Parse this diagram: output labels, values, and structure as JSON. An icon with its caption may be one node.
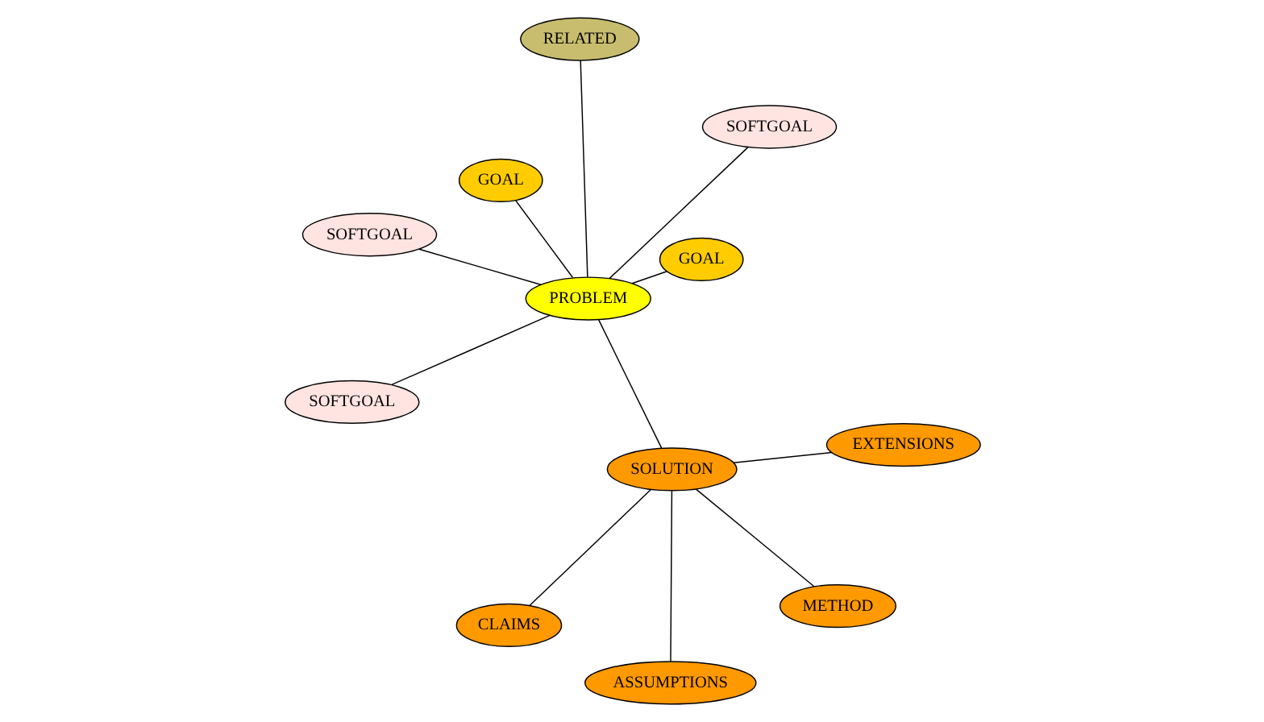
{
  "diagram": {
    "nodes": [
      {
        "text": [
          "GOAL"
        ]
      },
      {
        "text": [
          "GOAL"
        ]
      },
      {
        "text": [
          "SOFTGOAL"
        ]
      },
      {
        "text": [
          "RELATED"
        ]
      },
      {
        "text": [
          "SOFTGOAL"
        ]
      },
      {
        "text": [
          "PROBLEM"
        ]
      },
      {
        "text": [
          "SOFTGOAL"
        ]
      },
      {
        "text": [
          "SOLUTION"
        ]
      },
      {
        "text": [
          "ASSUMPTIONS"
        ]
      },
      {
        "text": [
          "EXTENSIONS"
        ]
      },
      {
        "text": [
          "METHOD"
        ]
      },
      {
        "text": [
          "CLAIMS"
        ]
      }
    ],
    "edges": [
      {
        "from": 5,
        "to": 0,
        "arrow": "none"
      },
      {
        "from": 5,
        "to": 1,
        "arrow": "none"
      },
      {
        "from": 5,
        "to": 2,
        "arrow": "none"
      },
      {
        "from": 5,
        "to": 3,
        "arrow": "none"
      },
      {
        "from": 5,
        "to": 4,
        "arrow": "none"
      },
      {
        "from": 5,
        "to": 6,
        "arrow": "none"
      },
      {
        "from": 5,
        "to": 7,
        "arrow": "none"
      },
      {
        "from": 7,
        "to": 8,
        "arrow": "none"
      },
      {
        "from": 7,
        "to": 10,
        "arrow": "none"
      },
      {
        "from": 7,
        "to": 11,
        "arrow": "none"
      },
      {
        "from": 7,
        "to": 9,
        "arrow": "none"
      }
    ]
  }
}
